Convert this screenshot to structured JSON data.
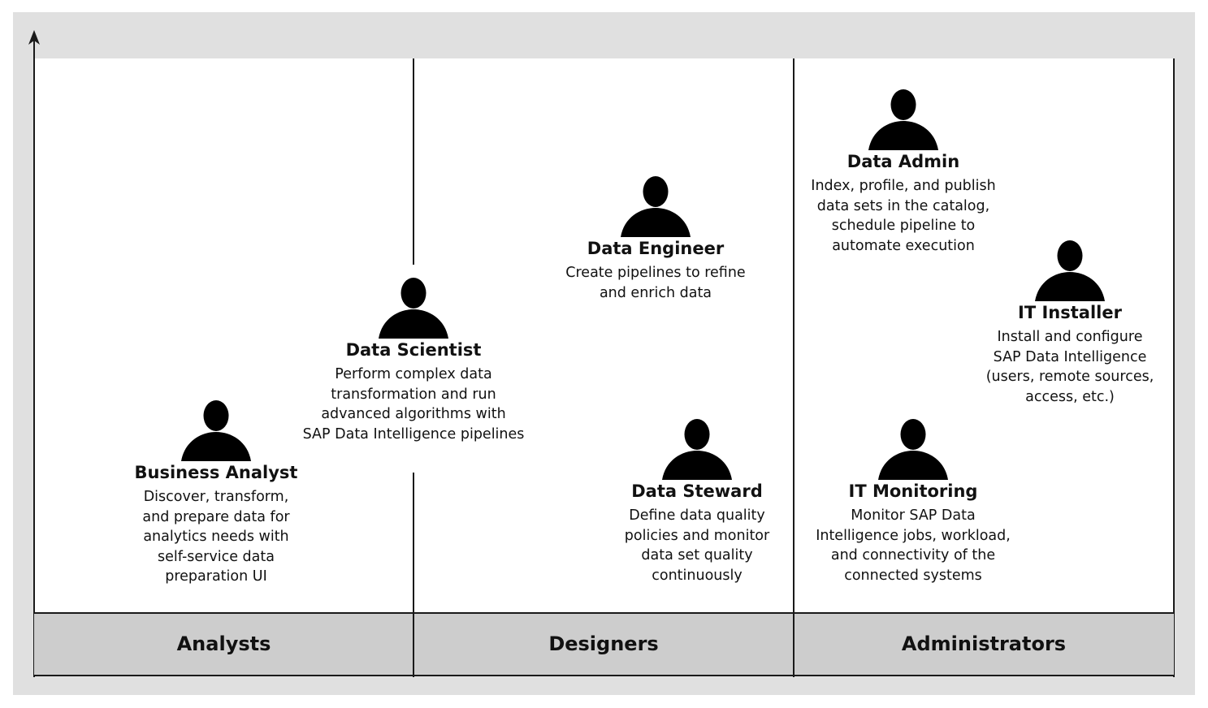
{
  "categories": [
    {
      "id": "analysts",
      "label": "Analysts"
    },
    {
      "id": "designers",
      "label": "Designers"
    },
    {
      "id": "administrators",
      "label": "Administrators"
    }
  ],
  "personas": [
    {
      "id": "business-analyst",
      "name": "Business Analyst",
      "description": "Discover, transform,\nand prepare data for\nanalytics needs with\nself-service data\npreparation UI",
      "icon": "person-icon"
    },
    {
      "id": "data-scientist",
      "name": "Data Scientist",
      "description": "Perform complex data\ntransformation and run\nadvanced algorithms with\nSAP Data Intelligence pipelines",
      "icon": "person-icon"
    },
    {
      "id": "data-engineer",
      "name": "Data Engineer",
      "description": "Create pipelines to refine\nand enrich data",
      "icon": "person-icon"
    },
    {
      "id": "data-steward",
      "name": "Data Steward",
      "description": "Define data quality\npolicies and monitor\ndata set quality\ncontinuously",
      "icon": "person-icon"
    },
    {
      "id": "data-admin",
      "name": "Data Admin",
      "description": "Index, profile, and publish\ndata sets in the catalog,\nschedule pipeline to\nautomate execution",
      "icon": "person-icon"
    },
    {
      "id": "it-installer",
      "name": "IT Installer",
      "description": "Install and configure\nSAP Data Intelligence\n(users, remote sources,\naccess, etc.)",
      "icon": "person-icon"
    },
    {
      "id": "it-monitoring",
      "name": "IT Monitoring",
      "description": "Monitor SAP Data\nIntelligence jobs, workload,\nand connectivity of the\nconnected systems",
      "icon": "person-icon"
    }
  ],
  "colors": {
    "frame": "#e0e0e0",
    "bar": "#cdcdcd",
    "ink": "#111111"
  }
}
